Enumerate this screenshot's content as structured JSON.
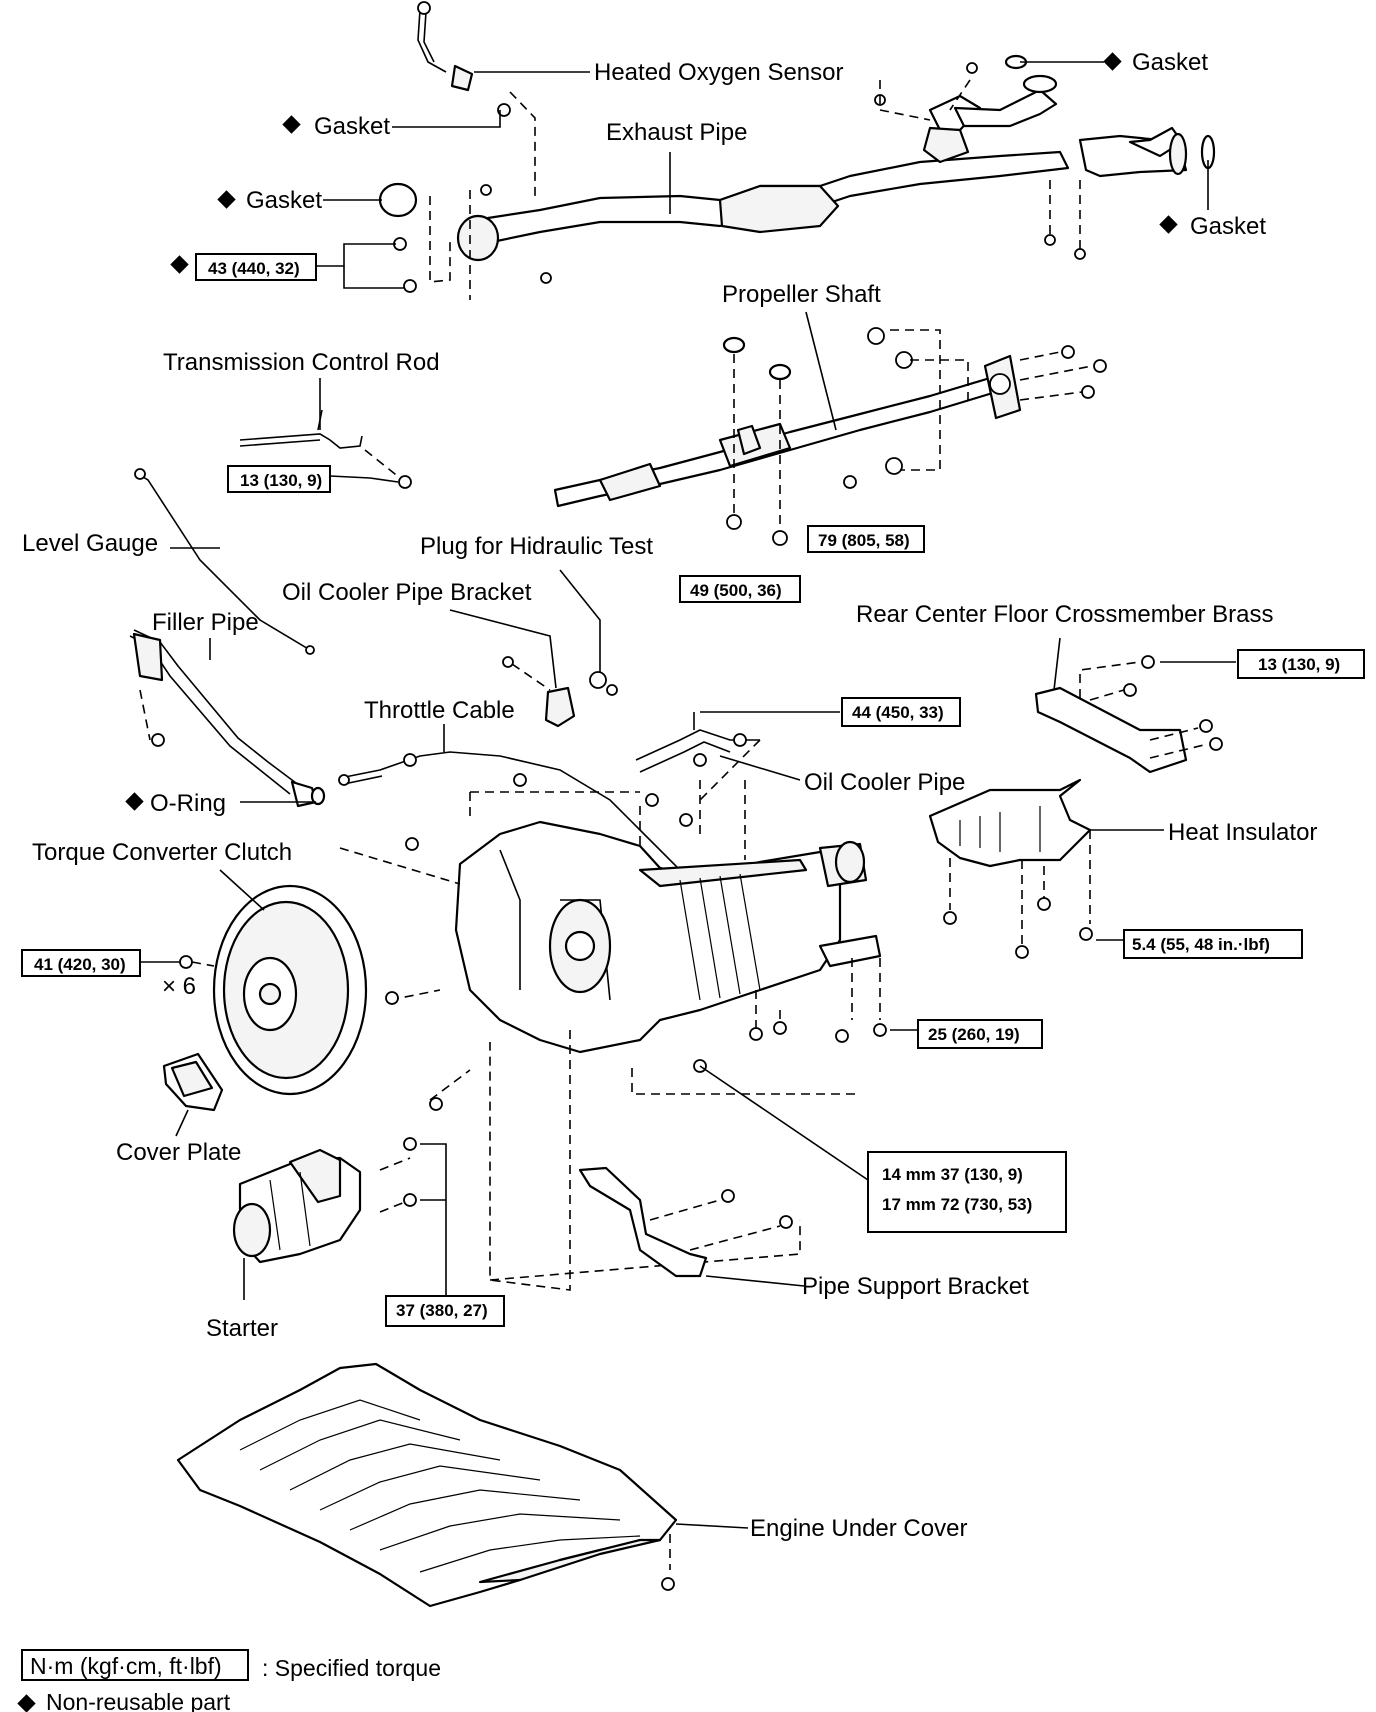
{
  "labels": {
    "heated_oxygen_sensor": "Heated Oxygen Sensor",
    "gasket_top_left": "Gasket",
    "exhaust_pipe": "Exhaust Pipe",
    "gasket_left": "Gasket",
    "gasket_top_right": "Gasket",
    "gasket_right": "Gasket",
    "propeller_shaft": "Propeller Shaft",
    "transmission_control_rod": "Transmission Control Rod",
    "level_gauge": "Level Gauge",
    "plug_hydraulic_test": "Plug  for Hidraulic Test",
    "oil_cooler_pipe_bracket": "Oil Cooler Pipe Bracket",
    "filler_pipe": "Filler Pipe",
    "rear_center_floor_crossmember": "Rear Center Floor Crossmember Brass",
    "throttle_cable": "Throttle Cable",
    "oil_cooler_pipe": "Oil Cooler Pipe",
    "o_ring": "O-Ring",
    "heat_insulator": "Heat Insulator",
    "torque_converter_clutch": "Torque Converter Clutch",
    "times_six": "× 6",
    "cover_plate": "Cover Plate",
    "starter": "Starter",
    "pipe_support_bracket": "Pipe Support Bracket",
    "engine_under_cover": "Engine Under Cover"
  },
  "torque_specs": {
    "exhaust_flange": "43 (440, 32)",
    "control_rod": "13 (130, 9)",
    "propeller_center": "49 (500, 36)",
    "propeller_flange": "79 (805, 58)",
    "crossmember": "13 (130, 9)",
    "oil_cooler_pipe": "44 (450, 33)",
    "heat_insulator": "5.4 (55, 48 in.·lbf)",
    "torque_converter": "41 (420, 30)",
    "transmission_mount": "25 (260, 19)",
    "bellhousing_14mm": "14 mm 37 (130, 9)",
    "bellhousing_17mm": "17 mm 72 (730, 53)",
    "starter": "37 (380, 27)"
  },
  "legend": {
    "torque_unit": "N·m (kgf·cm, ft·lbf)",
    "torque_meaning": ": Specified torque",
    "non_reusable": "Non-reusable part"
  }
}
